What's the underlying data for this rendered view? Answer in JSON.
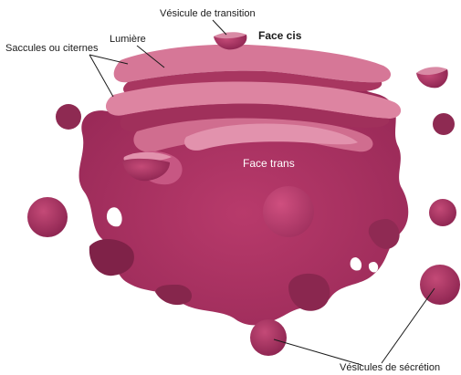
{
  "diagram": {
    "labels": {
      "transition_vesicle": "Vésicule de transition",
      "cis_face": "Face cis",
      "lumen": "Lumière",
      "saccules": "Saccules ou citernes",
      "trans_face": "Face trans",
      "secretion_vesicles": "Vésicules  de sécrétion"
    },
    "colors": {
      "body_dark": "#7d2146",
      "body_mid": "#9c2b58",
      "body_main": "#b03565",
      "cisterna_light": "#d97a98",
      "cisterna_mid": "#c85d80",
      "vesicle": "#b33a67",
      "background": "#ffffff"
    }
  }
}
